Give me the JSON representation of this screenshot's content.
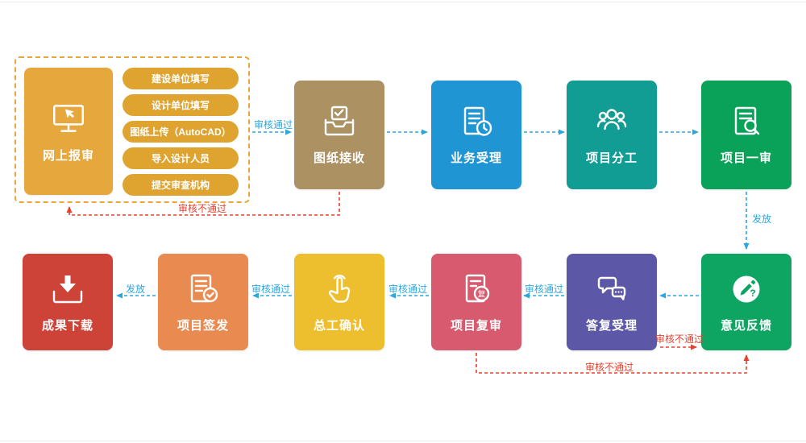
{
  "colors": {
    "background": "#ffffff",
    "arrow_pass_blue": "#2BA7E0",
    "arrow_fail_red": "#E8402F",
    "group_dashed_border": "#E9A640"
  },
  "group": {
    "main": {
      "label": "网上报审",
      "icon": "computer-icon",
      "color": "#E6A73C"
    },
    "step_color": "#DFA42F",
    "steps": [
      {
        "label": "建设单位填写"
      },
      {
        "label": "设计单位填写"
      },
      {
        "label": "图纸上传（AutoCAD）"
      },
      {
        "label": "导入设计人员"
      },
      {
        "label": "提交审查机构"
      }
    ]
  },
  "nodes": {
    "top": [
      {
        "label": "图纸接收",
        "icon": "inbox-check-icon",
        "color": "#AC9162"
      },
      {
        "label": "业务受理",
        "icon": "document-clock-icon",
        "color": "#2095D3"
      },
      {
        "label": "项目分工",
        "icon": "team-icon",
        "color": "#119C94"
      },
      {
        "label": "项目一审",
        "icon": "document-search-icon",
        "color": "#0AA158"
      }
    ],
    "bottom": [
      {
        "label": "成果下载",
        "icon": "download-icon",
        "color": "#CE4337"
      },
      {
        "label": "项目签发",
        "icon": "document-sign-icon",
        "color": "#E98B51"
      },
      {
        "label": "总工确认",
        "icon": "hand-click-icon",
        "color": "#EDBE2D"
      },
      {
        "label": "项目复审",
        "icon": "document-reply-icon",
        "icon_char": "复",
        "color": "#D75A6E"
      },
      {
        "label": "答复受理",
        "icon": "chat-bubbles-icon",
        "color": "#5D57A8"
      },
      {
        "label": "意见反馈",
        "icon": "pencil-feedback-icon",
        "icon_char": "?",
        "color": "#0EA563"
      }
    ]
  },
  "edge_labels": {
    "pass": "审核通过",
    "fail": "审核不通过",
    "issue": "发放"
  }
}
